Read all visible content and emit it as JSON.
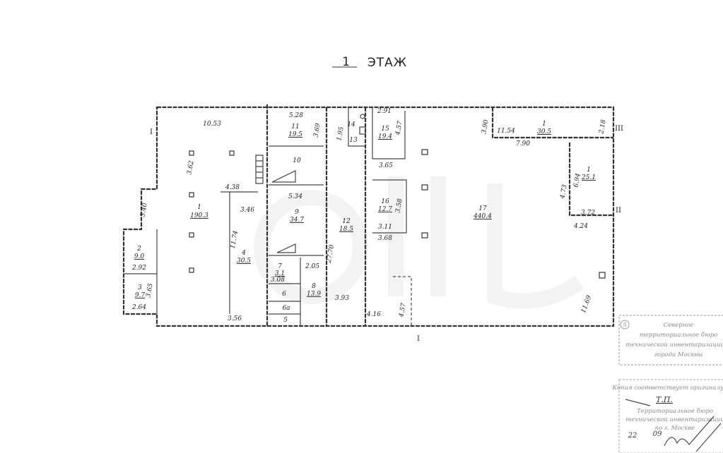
{
  "title": {
    "floor_number": "1",
    "floor_word": "ЭТАЖ"
  },
  "rooms": [
    {
      "num": "1",
      "area": "190.3"
    },
    {
      "num": "2",
      "area": "9.0"
    },
    {
      "num": "3",
      "area": "9.7"
    },
    {
      "num": "4",
      "area": "30.5"
    },
    {
      "num": "5"
    },
    {
      "num": "6"
    },
    {
      "num": "6а"
    },
    {
      "num": "7",
      "area": "3.1"
    },
    {
      "num": "8",
      "area": "13.9"
    },
    {
      "num": "9",
      "area": "34.7"
    },
    {
      "num": "10"
    },
    {
      "num": "11",
      "area": "19.5"
    },
    {
      "num": "12",
      "area": "18.5"
    },
    {
      "num": "13"
    },
    {
      "num": "14"
    },
    {
      "num": "15",
      "area": "19.4"
    },
    {
      "num": "16",
      "area": "12.7"
    },
    {
      "num": "17",
      "area": "440.4"
    },
    {
      "num": "1",
      "area": "30.5"
    },
    {
      "num": "1",
      "area": "25.1"
    }
  ],
  "dimensions": [
    "10.53",
    "3.62",
    "4.38",
    "3.46",
    "11.74",
    "3.56",
    "3.40",
    "2.92",
    "2.64",
    "3.65",
    "5.28",
    "3.69",
    "5.34",
    "3.08",
    "2.05",
    "27.70",
    "3.93",
    "1.95",
    "2.91",
    "4.57",
    "3.65",
    "3.58",
    "3.11",
    "3.68",
    "4.16",
    "4.57",
    "11.54",
    "3.90",
    "7.90",
    "2.18",
    "4.73",
    "6.94",
    "3.72",
    "4.24",
    "11.69"
  ],
  "axes": [
    "I",
    "III",
    "II",
    "I"
  ],
  "stamps": {
    "top": {
      "num": "5",
      "lines": [
        "Северное",
        "территориальное бюро",
        "технической инвентаризации",
        "города Москвы"
      ]
    },
    "bottom": {
      "header": "Копия соответствует оригиналу",
      "code": "Т.П.",
      "lines": [
        "Территориальное бюро",
        "технической инвентаризации",
        "по г. Москве"
      ],
      "date_day": "22",
      "date_month": "09",
      "signature": "Signature"
    }
  }
}
